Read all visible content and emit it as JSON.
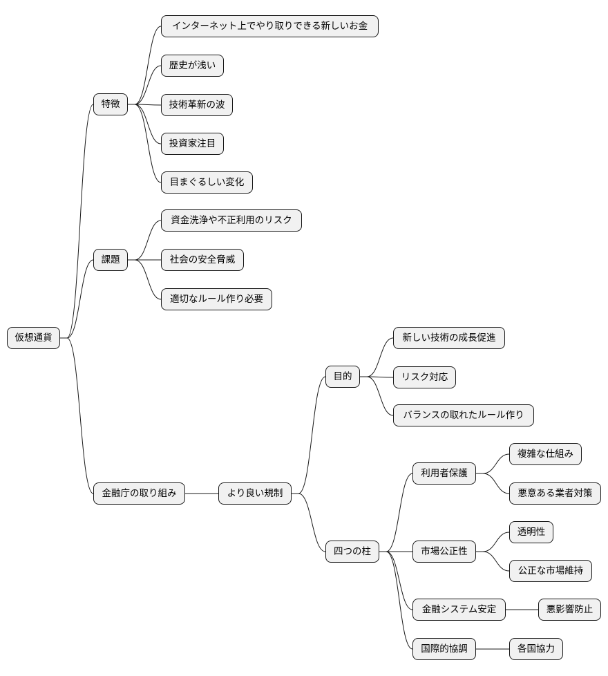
{
  "mindmap": {
    "root": "仮想通貨",
    "features": {
      "label": "特徴",
      "items": [
        "インターネット上でやり取りできる新しいお金",
        "歴史が浅い",
        "技術革新の波",
        "投資家注目",
        "目まぐるしい変化"
      ]
    },
    "issues": {
      "label": "課題",
      "items": [
        "資金洗浄や不正利用のリスク",
        "社会の安全脅威",
        "適切なルール作り必要"
      ]
    },
    "fsa": {
      "label": "金融庁の取り組み",
      "better_regulation": {
        "label": "より良い規制",
        "purpose": {
          "label": "目的",
          "items": [
            "新しい技術の成長促進",
            "リスク対応",
            "バランスの取れたルール作り"
          ]
        },
        "pillars": {
          "label": "四つの柱",
          "user_protection": {
            "label": "利用者保護",
            "items": [
              "複雑な仕組み",
              "悪意ある業者対策"
            ]
          },
          "market_fairness": {
            "label": "市場公正性",
            "items": [
              "透明性",
              "公正な市場維持"
            ]
          },
          "system_stability": {
            "label": "金融システム安定",
            "items": [
              "悪影響防止"
            ]
          },
          "intl_cooperation": {
            "label": "国際的協調",
            "items": [
              "各国協力"
            ]
          }
        }
      }
    }
  }
}
